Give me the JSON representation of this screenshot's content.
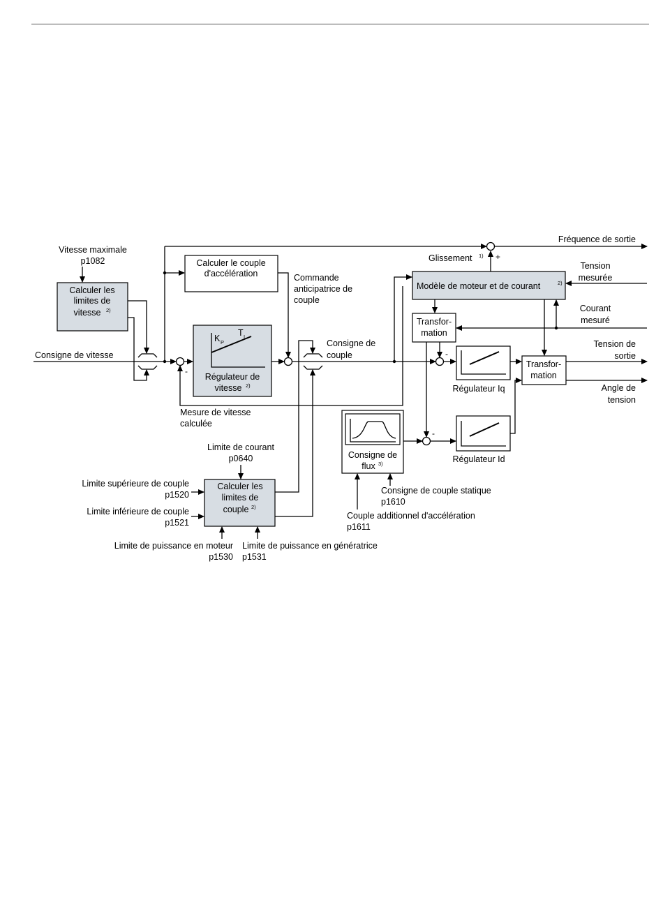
{
  "labels": {
    "vmax_1": "Vitesse maximale",
    "vmax_2": "p1082",
    "speed_limits_1": "Calculer les",
    "speed_limits_2": "limites de",
    "speed_limits_3": "vitesse",
    "speed_setpoint": "Consigne de vitesse",
    "accel_torque_1": "Calculer le couple",
    "accel_torque_2": "d'accélération",
    "feedforward_1": "Commande",
    "feedforward_2": "anticipatrice de",
    "feedforward_3": "couple",
    "kp": "K",
    "kp_sub": "P",
    "ti": "T",
    "ti_sub": "I",
    "speed_ctrl_1": "Régulateur de",
    "speed_ctrl_2": "vitesse",
    "torque_setpoint_1": "Consigne de",
    "torque_setpoint_2": "couple",
    "speed_meas_1": "Mesure de vitesse",
    "speed_meas_2": "calculée",
    "current_limit_1": "Limite de courant",
    "current_limit_2": "p0640",
    "torque_upper_1": "Limite supérieure de couple",
    "torque_upper_2": "p1520",
    "torque_lower_1": "Limite inférieure de couple",
    "torque_lower_2": "p1521",
    "torque_limits_1": "Calculer les",
    "torque_limits_2": "limites de",
    "torque_limits_3": "couple",
    "power_motor_1": "Limite de puissance en moteur",
    "power_motor_2": "p1530",
    "power_gen_1": "Limite de puissance en génératrice",
    "power_gen_2": "p1531",
    "freq_out": "Fréquence de sortie",
    "slip": "Glissement",
    "motor_model": "Modèle de moteur et de courant",
    "voltage_meas_1": "Tension",
    "voltage_meas_2": "mesurée",
    "current_meas_1": "Courant",
    "current_meas_2": "mesuré",
    "transform1_1": "Transfor-",
    "transform1_2": "mation",
    "transform2_1": "Transfor-",
    "transform2_2": "mation",
    "iq_ctrl": "Régulateur Iq",
    "id_ctrl": "Régulateur Id",
    "flux_1": "Consigne de",
    "flux_2": "flux",
    "voltage_out_1": "Tension de",
    "voltage_out_2": "sortie",
    "angle_1": "Angle de",
    "angle_2": "tension",
    "static_torque_1": "Consigne de couple statique",
    "static_torque_2": "p1610",
    "add_torque_1": "Couple additionnel d'accélération",
    "add_torque_2": "p1611",
    "note1": "1)",
    "note2a": "2)",
    "note2b": "2)",
    "note2c": "2)",
    "note2d": "2)",
    "note3": "3)",
    "minus_1": "-",
    "minus_2": "-",
    "minus_3": "-",
    "plus_1": "+"
  }
}
